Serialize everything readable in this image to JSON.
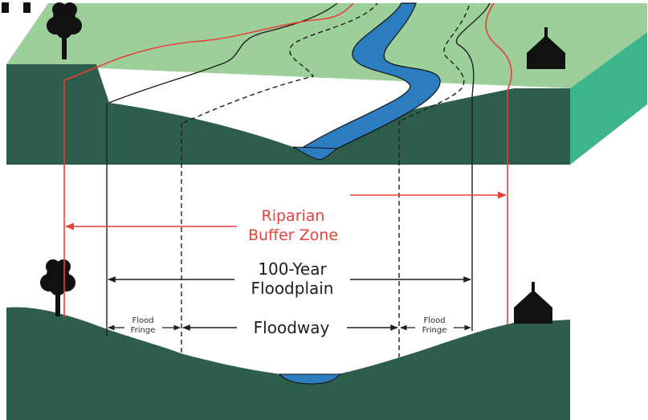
{
  "labels": {
    "riparian_line1": "Riparian",
    "riparian_line2": "Buffer Zone",
    "floodplain_line1": "100-Year",
    "floodplain_line2": "Floodplain",
    "floodway": "Floodway",
    "flood_fringe_left_1": "Flood",
    "flood_fringe_left_2": "Fringe",
    "flood_fringe_right_1": "Flood",
    "flood_fringe_right_2": "Fringe"
  },
  "icons": [
    "tree-icon",
    "house-icon"
  ],
  "colors": {
    "land_top": "#9ccf9a",
    "land_side": "#2e5e4b",
    "land_right_side": "#3db58c",
    "river": "#2c7cc0",
    "river_outline": "#111111",
    "riparian": "#e8403b",
    "line": "#1e1e1e"
  }
}
